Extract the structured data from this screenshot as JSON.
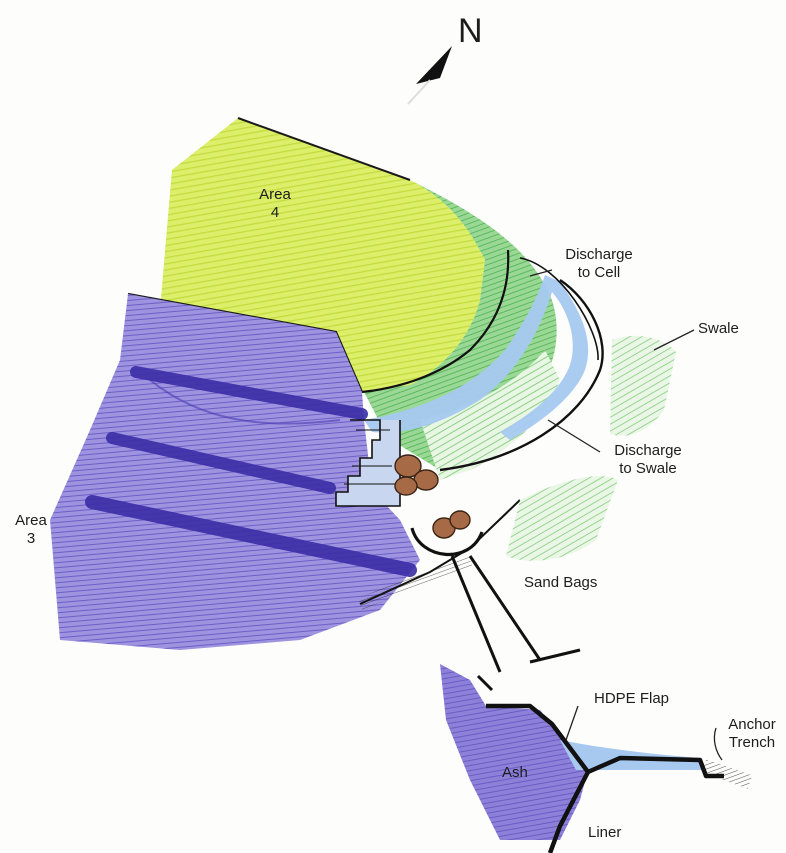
{
  "compass": {
    "letter": "N"
  },
  "labels": {
    "area4": {
      "line1": "Area",
      "line2": "4"
    },
    "area3": {
      "line1": "Area",
      "line2": "3"
    },
    "discharge_cell": {
      "line1": "Discharge",
      "line2": "to Cell"
    },
    "swale": "Swale",
    "discharge_swale": {
      "line1": "Discharge",
      "line2": "to Swale"
    },
    "sand_bags": "Sand Bags",
    "hdpe_flap": "HDPE Flap",
    "anchor_trench": {
      "line1": "Anchor",
      "line2": "Trench"
    },
    "ash": "Ash",
    "liner": "Liner"
  },
  "colors": {
    "area4_fill": "#d6ea5a",
    "area4_stroke": "#b8d43a",
    "area3_fill": "#8a7fd6",
    "area3_stroke": "#5a4bb8",
    "bench_band": "#3d2fa8",
    "cap_slope": "#7ccc7a",
    "cap_slope_light": "#b8e6b0",
    "swale": "#a8dca0",
    "channel": "#9ec3ee",
    "sandbag": "#a66a46",
    "ash": "#7e6fd0",
    "liner": "#111111",
    "ink": "#1a1a1a"
  }
}
